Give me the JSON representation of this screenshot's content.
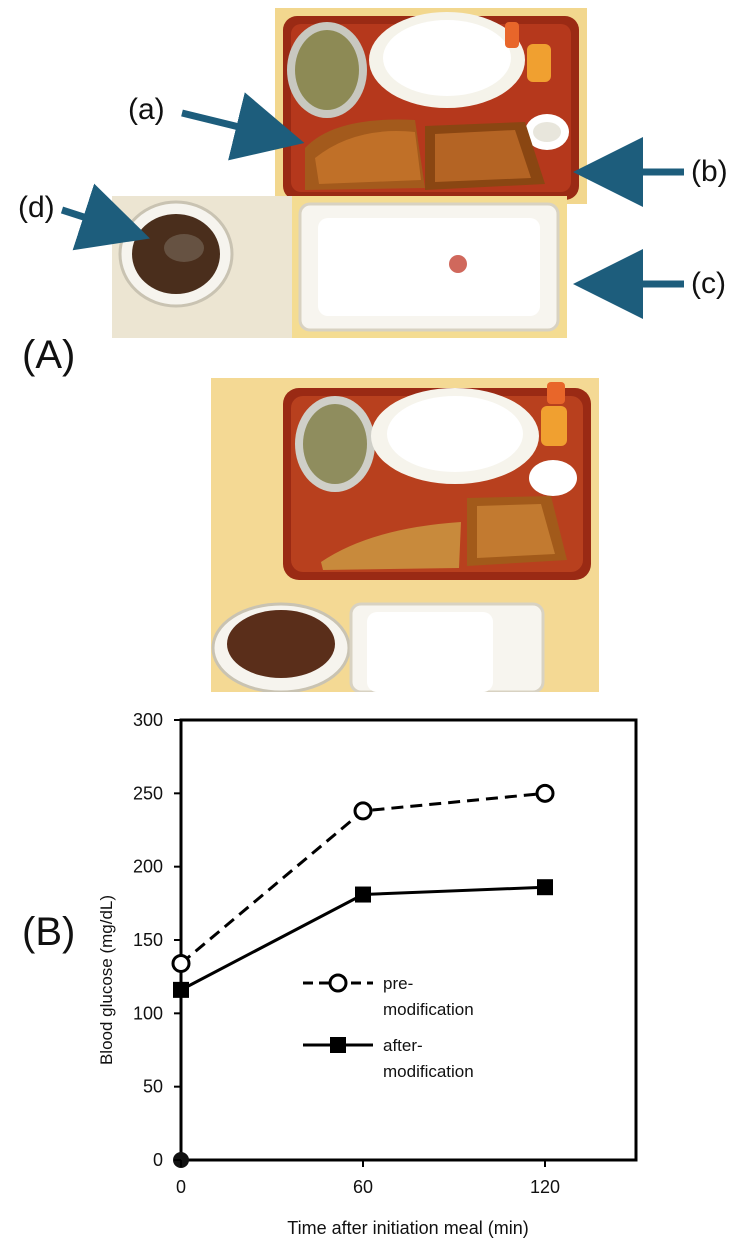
{
  "figure": {
    "panel_a_label": "(A)",
    "panel_b_label": "(B)",
    "callouts": {
      "a": "(a)",
      "b": "(b)",
      "c": "(c)",
      "d": "(d)"
    },
    "arrow_color": "#1d5d7c"
  },
  "chart_data": {
    "type": "line",
    "xlabel": "Time after initiation meal (min)",
    "ylabel": "Blood glucose (mg/dL)",
    "x": [
      0,
      60,
      120
    ],
    "xticks": [
      "0",
      "60",
      "120"
    ],
    "xlim": [
      0,
      150
    ],
    "ylim": [
      0,
      300
    ],
    "yticks": [
      "0",
      "50",
      "100",
      "150",
      "200",
      "250",
      "300"
    ],
    "series": [
      {
        "name": "pre-modification",
        "legend_lines": [
          "pre-",
          "modification"
        ],
        "values": [
          134,
          238,
          250
        ],
        "style": "dashed",
        "marker": "open-circle"
      },
      {
        "name": "after-modification",
        "legend_lines": [
          "after-",
          "modification"
        ],
        "values": [
          116,
          181,
          186
        ],
        "style": "solid",
        "marker": "filled-square"
      }
    ],
    "grid": false,
    "legend_position": "center-right"
  }
}
